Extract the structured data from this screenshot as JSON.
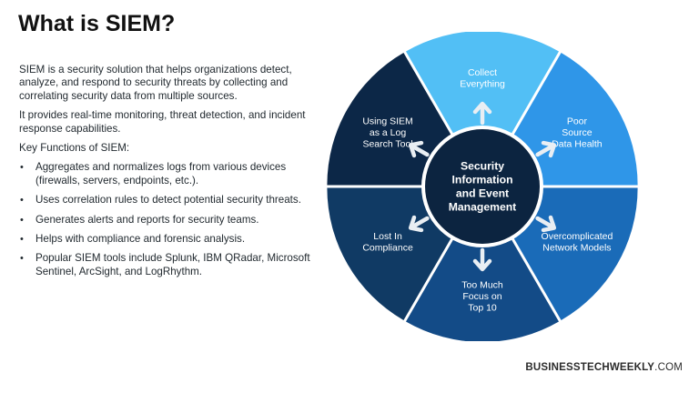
{
  "title": "What is SIEM?",
  "intro": [
    "SIEM is a security solution that helps organizations detect, analyze, and respond to security threats by collecting and correlating security data from multiple sources.",
    "It provides real-time monitoring, threat detection, and incident response capabilities."
  ],
  "functions_heading": "Key Functions of SIEM:",
  "functions": [
    "Aggregates and normalizes logs from various devices (firewalls, servers, endpoints, etc.).",
    "Uses correlation rules to detect potential security threats.",
    "Generates alerts and reports for security teams.",
    "Helps with compliance and forensic analysis.",
    "Popular SIEM tools include Splunk, IBM QRadar, Microsoft Sentinel, ArcSight, and LogRhythm."
  ],
  "bullet_glyph": "•",
  "diagram": {
    "center": [
      "Security",
      "Information",
      "and Event",
      "Management"
    ],
    "segments": [
      {
        "lines": [
          "Collect",
          "Everything"
        ],
        "color": "#52bff5"
      },
      {
        "lines": [
          "Poor",
          "Source",
          "Data Health"
        ],
        "color": "#2f96e8"
      },
      {
        "lines": [
          "Overcomplicated",
          "Network Models"
        ],
        "color": "#1a6bb8"
      },
      {
        "lines": [
          "Too Much",
          "Focus on",
          "Top 10"
        ],
        "color": "#134b87"
      },
      {
        "lines": [
          "Lost In",
          "Compliance"
        ],
        "color": "#103a64"
      },
      {
        "lines": [
          "Using SIEM",
          "as a Log",
          "Search Tool"
        ],
        "color": "#0c2747"
      }
    ],
    "hub_color": "#0c2440",
    "arrow_color": "#e9eef3"
  },
  "brand": {
    "bold": "BUSINESSTECHWEEKLY",
    "suffix": ".COM"
  }
}
